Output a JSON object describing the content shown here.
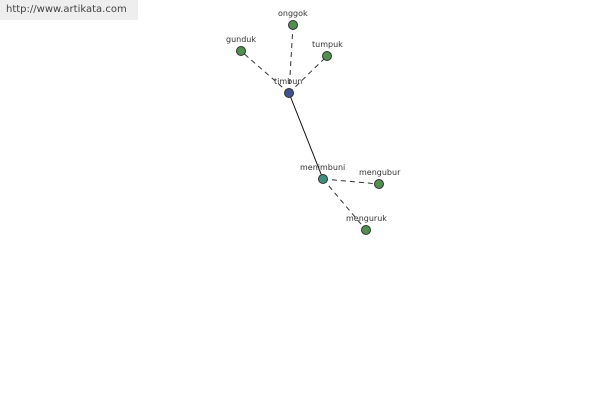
{
  "header": {
    "url_text": "http://www.artikata.com"
  },
  "colors": {
    "root_node": "#3f4f8f",
    "parent_node": "#3f8f7f",
    "leaf_node": "#4f8f4f",
    "edge": "#333333"
  },
  "diagram": {
    "nodes": [
      {
        "id": "timbun",
        "label": "timbun",
        "kind": "root"
      },
      {
        "id": "onggok",
        "label": "onggok",
        "kind": "leaf"
      },
      {
        "id": "gunduk",
        "label": "gunduk",
        "kind": "leaf"
      },
      {
        "id": "tumpuk",
        "label": "tumpuk",
        "kind": "leaf"
      },
      {
        "id": "menimbuni",
        "label": "menimbuni",
        "kind": "parent"
      },
      {
        "id": "mengubur",
        "label": "mengubur",
        "kind": "leaf"
      },
      {
        "id": "menguruk",
        "label": "menguruk",
        "kind": "leaf"
      }
    ],
    "edges": [
      {
        "from": "timbun",
        "to": "onggok",
        "style": "dashed"
      },
      {
        "from": "timbun",
        "to": "gunduk",
        "style": "dashed"
      },
      {
        "from": "timbun",
        "to": "tumpuk",
        "style": "dashed"
      },
      {
        "from": "timbun",
        "to": "menimbuni",
        "style": "solid"
      },
      {
        "from": "menimbuni",
        "to": "mengubur",
        "style": "dashed"
      },
      {
        "from": "menimbuni",
        "to": "menguruk",
        "style": "dashed"
      }
    ]
  }
}
